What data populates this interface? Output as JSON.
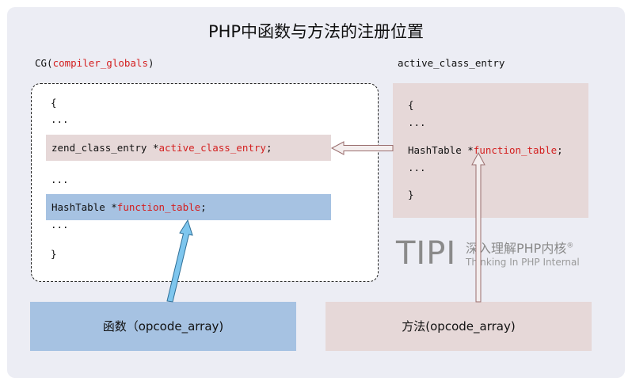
{
  "title": "PHP中函数与方法的注册位置",
  "cg": {
    "label_prefix": "CG(",
    "label_name": "compiler_globals",
    "label_suffix": ")",
    "open_brace": "{",
    "dots_1": "...",
    "ace_row_prefix": "zend_class_entry *",
    "ace_row_field": "active_class_entry",
    "ace_row_suffix": ";",
    "dots_2": "...",
    "ft_row_prefix": "HashTable *",
    "ft_row_field": "function_table",
    "ft_row_suffix": ";",
    "dots_3": "...",
    "close_brace": "}"
  },
  "ace": {
    "label": "active_class_entry",
    "open_brace": "{",
    "dots_1": "...",
    "ft_prefix": "HashTable *",
    "ft_field": "function_table",
    "ft_suffix": ";",
    "dots_2": "...",
    "close_brace": "}"
  },
  "func_box_label": "函数（opcode_array)",
  "method_box_label": "方法(opcode_array)",
  "logo": {
    "big": "TIPI",
    "cn": "深入理解PHP内核",
    "reg": "®",
    "en": "Thinking In PHP Internal"
  },
  "colors": {
    "blue_fill": "#a6c2e2",
    "pink_fill": "#e6d8d8",
    "red_text": "#d42020",
    "blue_arrow": "#7ec6ee"
  }
}
